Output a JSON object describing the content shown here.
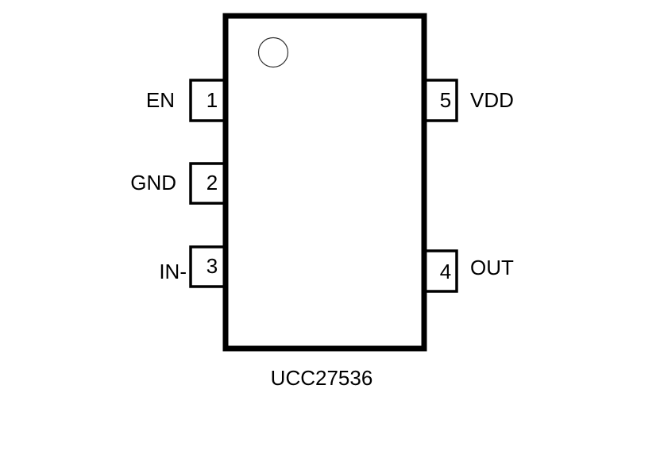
{
  "package": {
    "part_number": "UCC27536",
    "pin1_marker": "circle-dot"
  },
  "pins": [
    {
      "number": "1",
      "name": "EN",
      "side": "left"
    },
    {
      "number": "2",
      "name": "GND",
      "side": "left"
    },
    {
      "number": "3",
      "name": "IN-",
      "side": "left"
    },
    {
      "number": "4",
      "name": "OUT",
      "side": "right"
    },
    {
      "number": "5",
      "name": "VDD",
      "side": "right"
    }
  ],
  "colors": {
    "stroke": "#000000",
    "background": "#ffffff"
  }
}
